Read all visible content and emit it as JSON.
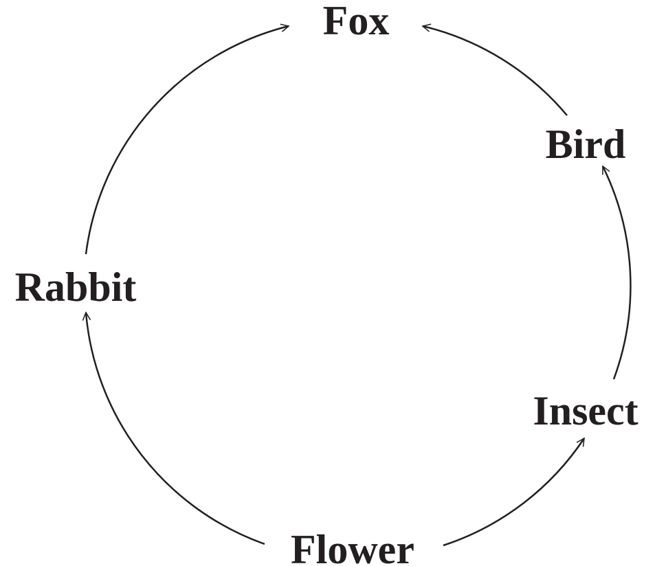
{
  "diagram": {
    "type": "food-cycle",
    "nodes": {
      "fox": "Fox",
      "bird": "Bird",
      "insect": "Insect",
      "flower": "Flower",
      "rabbit": "Rabbit"
    },
    "edges": [
      {
        "from": "Flower",
        "to": "Rabbit"
      },
      {
        "from": "Rabbit",
        "to": "Fox"
      },
      {
        "from": "Flower",
        "to": "Insect"
      },
      {
        "from": "Insect",
        "to": "Bird"
      },
      {
        "from": "Bird",
        "to": "Fox"
      }
    ],
    "colors": {
      "ink": "#231f20",
      "background": "#ffffff"
    }
  }
}
